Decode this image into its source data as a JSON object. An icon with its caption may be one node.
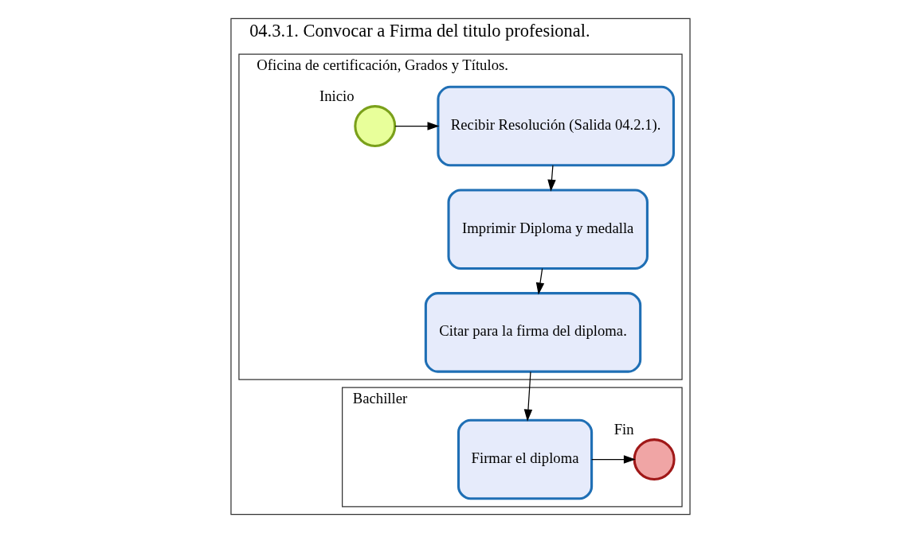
{
  "diagram": {
    "nodes": [
      {
        "text": [
          "04.3.1. Convocar a Firma del titulo profesional."
        ]
      },
      {
        "text": [
          "Oficina de certificación, Grados y Títulos."
        ],
        "in": 0
      },
      {
        "text": [],
        "shape": "circle",
        "beside": [
          "Inicio"
        ],
        "in": 1
      },
      {
        "text": [
          "Recibir Resolución (Salida 04.2.1)."
        ],
        "in": 1
      },
      {
        "text": [
          "Imprimir Diploma y medalla"
        ],
        "in": 1
      },
      {
        "text": [
          "Citar para la firma del diploma."
        ],
        "in": 1
      },
      {
        "text": [
          "Bachiller"
        ],
        "in": 0
      },
      {
        "text": [
          "Firmar el diploma"
        ],
        "in": 6
      },
      {
        "text": [],
        "shape": "circle",
        "beside": [
          "Fin"
        ],
        "in": 6
      }
    ],
    "edges": [
      {
        "from": 2,
        "to": 3,
        "arrow": "to"
      },
      {
        "from": 3,
        "to": 4,
        "arrow": "to"
      },
      {
        "from": 4,
        "to": 5,
        "arrow": "to"
      },
      {
        "from": 5,
        "to": 7,
        "arrow": "to"
      },
      {
        "from": 7,
        "to": 8,
        "arrow": "to"
      }
    ]
  }
}
